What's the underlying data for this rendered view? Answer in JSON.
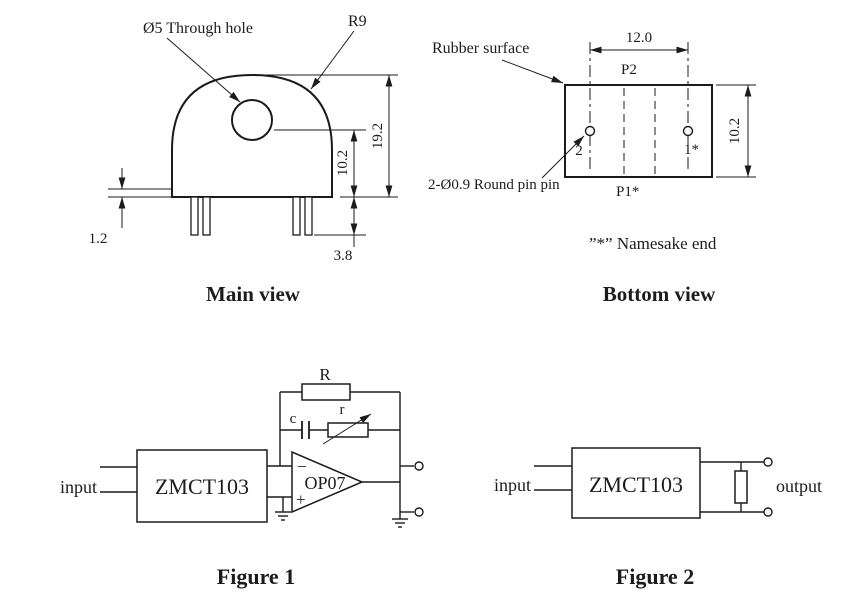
{
  "main_view": {
    "caption": "Main view",
    "through_hole_label": "Ø5 Through hole",
    "radius_label": "R9",
    "dim_total_height": "19.2",
    "dim_hole_height": "10.2",
    "dim_step": "1.2",
    "dim_pin_length": "3.8"
  },
  "bottom_view": {
    "caption": "Bottom view",
    "rubber_surface_label": "Rubber surface",
    "dim_pin_spacing": "12.0",
    "p2_label": "P2",
    "p1_label": "P1*",
    "pin2_label": "2",
    "pin1_label": "1*",
    "pin_note": "2-Ø0.9 Round pin pin",
    "dim_height": "10.2",
    "namesake_note": "”*” Namesake end"
  },
  "figure1": {
    "caption": "Figure 1",
    "input_label": "input",
    "block_label": "ZMCT103",
    "opamp_label": "OP07",
    "minus": "−",
    "plus": "+",
    "resistor_label": "R",
    "capacitor_label": "c",
    "trimmer_label": "r"
  },
  "figure2": {
    "caption": "Figure 2",
    "input_label": "input",
    "block_label": "ZMCT103",
    "output_label": "output"
  }
}
